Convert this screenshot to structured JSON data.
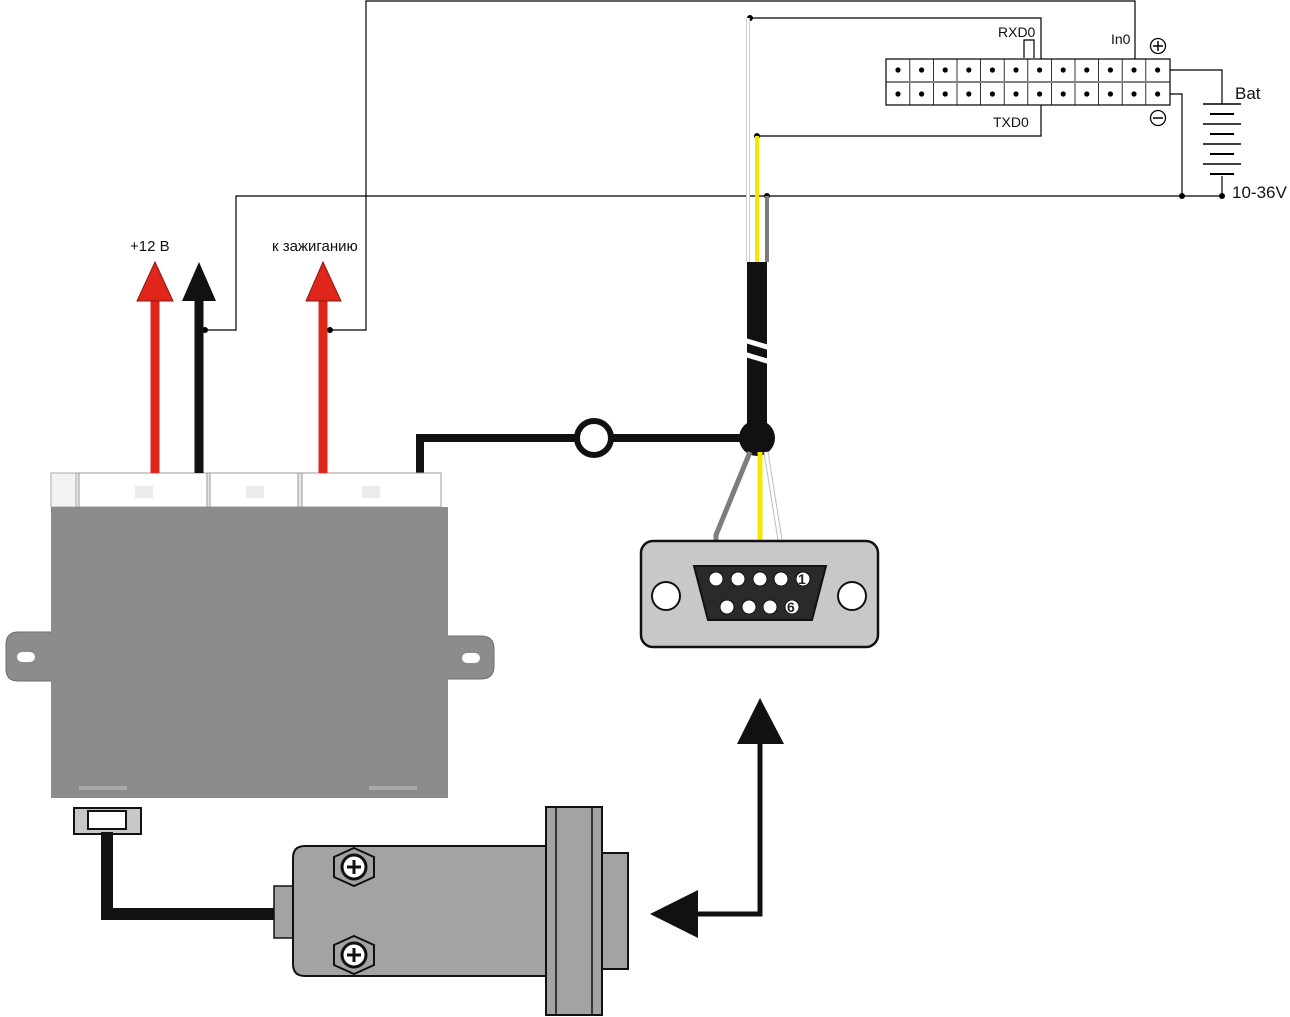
{
  "labels": {
    "plus_12v": "+12 В",
    "ignition": "к зажиганию",
    "rxd0": "RXD0",
    "txd0": "TXD0",
    "in0": "In0",
    "bat": "Bat",
    "voltage": "10-36V",
    "pin_1": "1",
    "pin_6": "6"
  },
  "colors": {
    "red_wire": "#e0261b",
    "black_wire": "#111111",
    "yellow_wire": "#f5e500",
    "white_wire": "#ffffff",
    "gray_wire": "#7d7d7d",
    "box_body": "#8c8c8c",
    "connector_body": "#c8c8c8",
    "sensor_body": "#a3a3a3"
  },
  "header_pins_per_row": 12
}
